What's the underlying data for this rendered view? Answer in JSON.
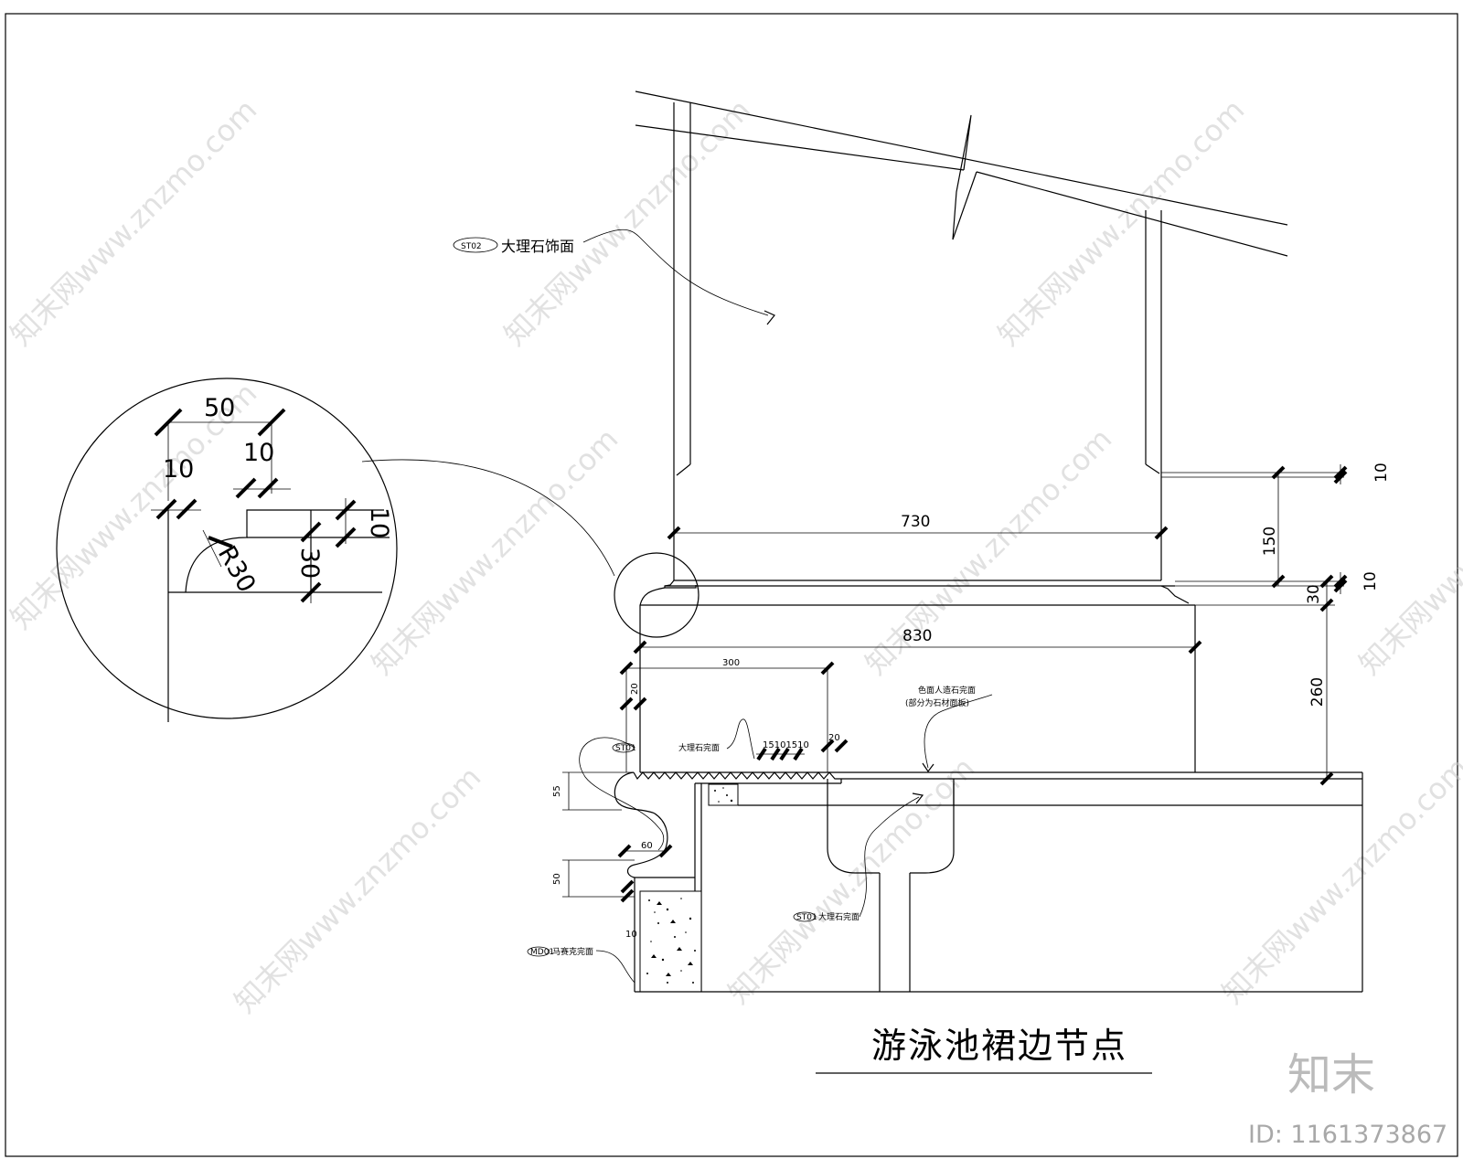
{
  "title": "游泳池裙边节点",
  "watermark": {
    "logo": "知末",
    "id_text": "ID: 1161373867",
    "tiled_text": "知末网www.znzmo.com"
  },
  "labels": {
    "marble_tag": "ST02",
    "marble": "大理石饰面",
    "note_mid_1": "色面人造石完面",
    "note_mid_2": "(部分为石材面板)",
    "tag_left": "ST01",
    "note_left": "大理石完面",
    "tag_inner": "ST01",
    "note_inner": "大理石完面",
    "tag_bottom": "MD01",
    "note_bottom": "马赛克完面"
  },
  "dimensions": {
    "d730": "730",
    "d830": "830",
    "d150": "150",
    "d10_top": "10",
    "d10_mid": "10",
    "d30": "30",
    "d260": "260",
    "d300": "300",
    "d20_left": "20",
    "d20_mid": "20",
    "d15": "15101510",
    "d55": "55",
    "d50_side": "50",
    "d60": "60",
    "d10_bottom": "10"
  },
  "detail": {
    "d50": "50",
    "d10_a": "10",
    "d10_b": "10",
    "d10_c": "10",
    "d30": "30",
    "r30": "R30"
  }
}
